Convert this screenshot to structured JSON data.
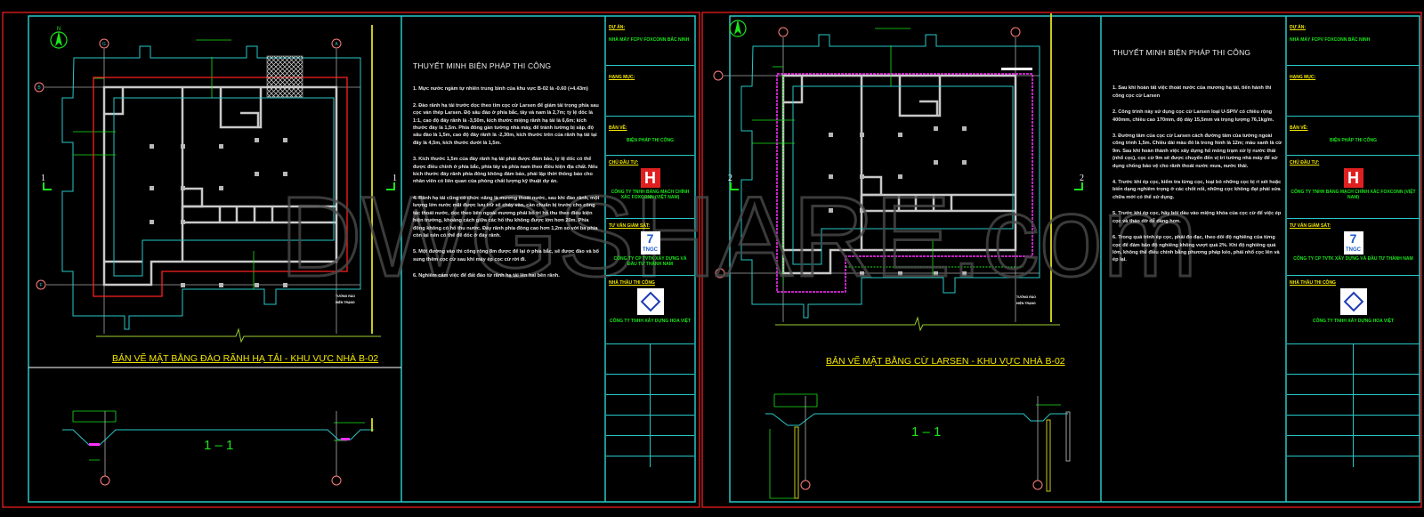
{
  "watermark": "DWGSHARE.com",
  "colors": {
    "frame": "#ff2020",
    "border": "#27c7c7",
    "grid": "#b0b0b0",
    "building": "#c8c8c8",
    "trench": "#ff2020",
    "larsen": "#ff30ff",
    "dim": "#19e619",
    "fence": "#c8c820",
    "title": "#f2e600"
  },
  "north_label": "N",
  "sheet1": {
    "plan_title": "BẢN VẼ MẶT BẰNG ĐÀO RÃNH HẠ TẢI - KHU VỰC NHÀ B-02",
    "section_label": "1 – 1",
    "section_marker": "1",
    "fence_label_1": "TƯỜNG RÀO",
    "fence_label_2": "HIỆN TRẠNG",
    "grid": [
      "G",
      "A",
      "B",
      "F"
    ],
    "notes_title": "THUYẾT MINH BIỆN PHÁP THI CÔNG",
    "notes": [
      "1. Mực nước ngầm tự nhiên trung bình của khu vực B-02 là -0.60 (+4.43m)",
      "2. Đào rãnh hạ tải trước dọc theo tim cọc cừ Larsen để giảm tải trọng phía sau cọc ván thép Larsen. Độ sâu đào ở phía bắc, tây và nam là 2,7m; tỷ lệ dốc là 1:1, cao độ đáy rãnh là -3,50m, kích thước miệng rãnh hạ tải là 6,6m; kích thước đáy là 1,5m. Phía đông gần tường nhà máy, để tránh tường bị sập, độ sâu đào là 1,5m, cao độ đáy rãnh là -2,30m, kích thước trên của rãnh hạ tải tại đây là 4,5m, kích thước dưới là 1,5m.",
      "3. Kích thước 1,5m của đáy rãnh hạ tải phải được đảm bảo, tỷ lệ dốc có thể được điều chỉnh ở phía bắc, phía tây và phía nam theo điều kiện địa chất. Nếu kích thước đáy rãnh phía đông không đảm bảo, phải lập thời thông báo cho nhân viên có liên quan của phòng chất lượng kỹ thuật dự án.",
      "4. Rãnh hạ tải cũng có chức năng là mương thoát nước, sau khi đào rãnh, một lượng lớn nước mặt được lưu trữ sẽ chảy vào, cần chuẩn bị trước cho công tác thoát nước, dọc theo bên ngoài mương phải bố trí hố thu theo điều kiện hiện trường, khoảng cách giữa các hố thu không được lớn hơn 20m. Phía đông không có hố thu nước. Đáy rãnh phía đông cao hơn 1,2m so với ba phía còn lại nên có thể để dốc ở đáy rãnh.",
      "5. Một đường vào thi công rộng 8m được để lại ở phía bắc, sẽ được đào và bổ sung thêm cọc cừ sau khi máy ép cọc cừ rời đi.",
      "6. Nghiêm cấm việc để đất đào từ rãnh hạ tải lên hai bên rãnh."
    ]
  },
  "sheet2": {
    "plan_title": "BẢN VẼ MẶT BẰNG CỪ LARSEN - KHU VỰC NHÀ B-02",
    "section_label": "1 – 1",
    "section_marker": "2",
    "notes_title": "THUYẾT MINH BIỆN PHÁP THI CÔNG",
    "notes": [
      "1. Sau khi hoàn tất việc thoát nước của mương hạ tải, tiến hành thi công cọc cừ Larsen",
      "2. Công trình này sử dụng cọc cừ Larsen loại U-SPIV có chiều rộng 400mm, chiều cao 170mm, độ dày 15,5mm và trọng lượng 76,1kg/m.",
      "3. Đường tâm của cọc cừ Larsen cách đường tâm của tường ngoài công trình 1,5m. Chiều dài màu đỏ là trong hình là 12m; màu xanh là cừ 9m. Sau khi hoàn thành việc xây dựng hố móng trạm xử lý nước thải (nhổ cọc), cọc cừ 9m sẽ được chuyển đến vị trí tường nhà máy để sử dụng chống bảo vệ cho rãnh thoát nước mưa, nước thải.",
      "4. Trước khi ép cọc, kiểm tra từng cọc, loại bỏ những cọc bị rỉ sét hoặc biến dạng nghiêm trọng ở các chốt nối, những cọc không đạt phải sửa chữa mới có thể sử dụng.",
      "5. Trước khi ép cọc, hãy bôi dầu vào miệng khóa của cọc cừ để việc ép cọc và tháo dỡ dễ dàng hơn.",
      "6. Trong quá trình ép cọc, phải đo đạc, theo dõi độ nghiêng của từng cọc để đảm bảo độ nghiêng không vượt quá 2%. Khi độ nghiêng quá lớn, không thể điều chỉnh bằng phương pháp kéo, phải nhổ cọc lên và ép lại."
    ]
  },
  "title_block": {
    "project_label": "DỰ ÁN:",
    "project_name": "NHÀ MÁY FCPV FOXCONN BẮC NINH",
    "category_label": "HẠNG MỤC:",
    "drawing_label": "BẢN VẼ:",
    "drawing_name": "BIỆN PHÁP THI CÔNG",
    "owner_label": "CHỦ ĐẦU TƯ:",
    "owner_name": "CÔNG TY TNHH BẢNG MẠCH CHÍNH XÁC FOXCONN (VIỆT NAM)",
    "consultant_label": "TƯ VẤN GIÁM SÁT:",
    "consultant_name": "CÔNG TY CP TVTK XÂY DỰNG VÀ ĐẦU TƯ THÀNH NAM",
    "consultant_logo": "TNGC",
    "contractor_label": "NHÀ THẦU THI CÔNG",
    "contractor_name": "CÔNG TY TNHH XÂY DỰNG HOA VIỆT"
  }
}
